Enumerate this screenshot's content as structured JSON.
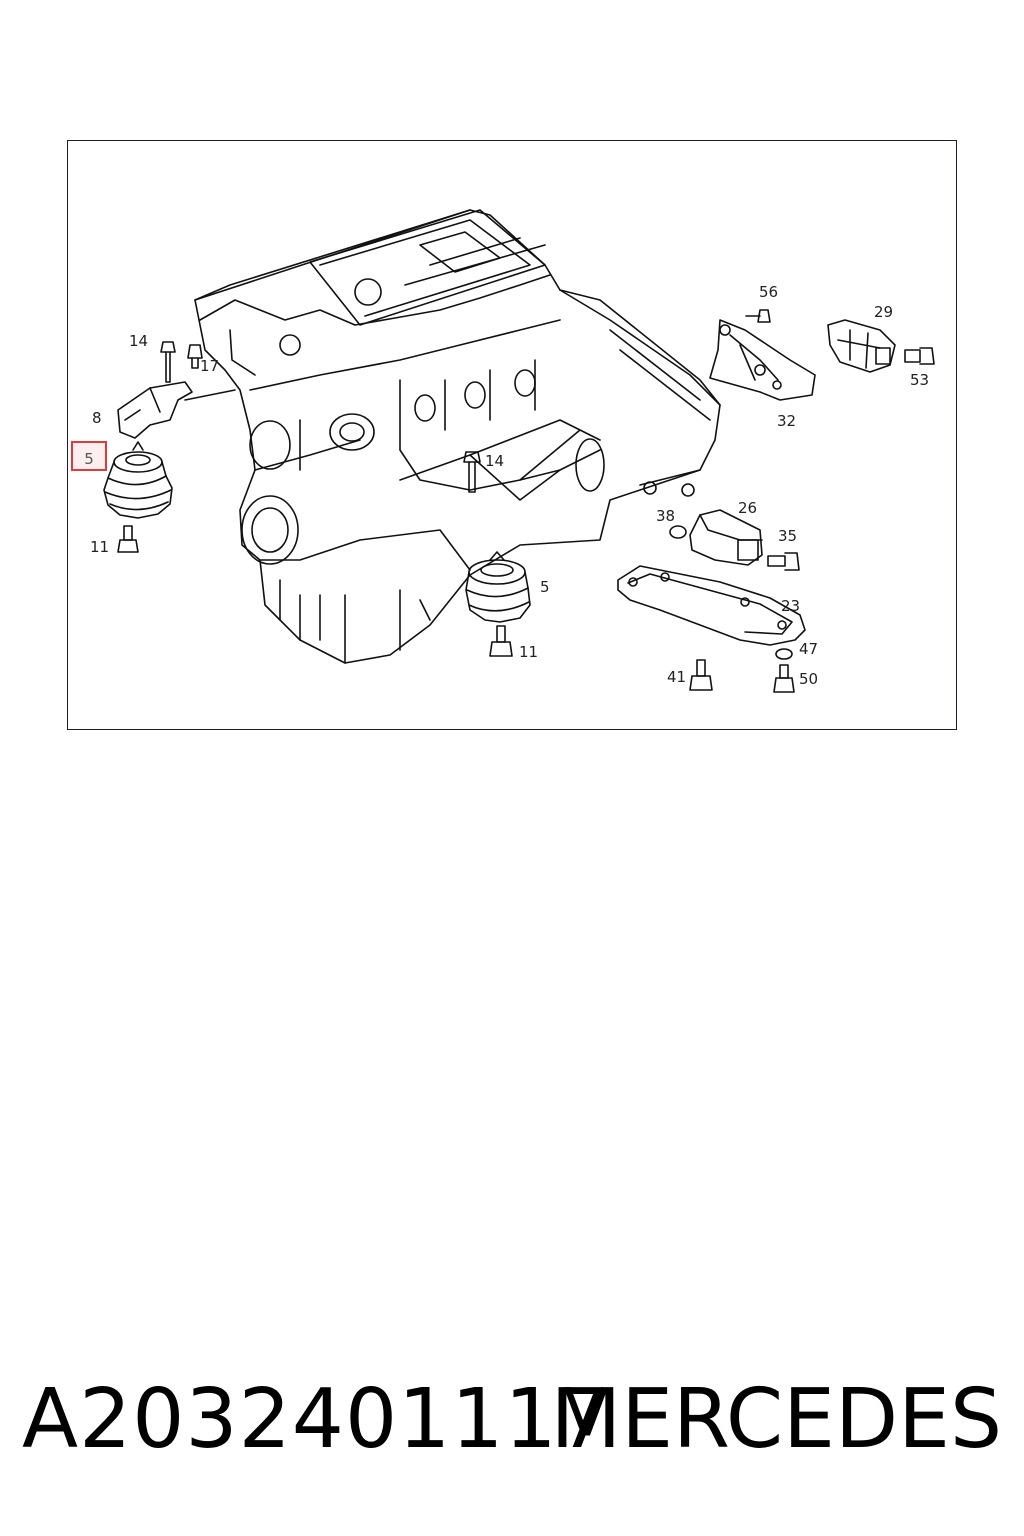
{
  "diagram": {
    "highlighted_callout": "5",
    "callouts": {
      "c14a": "14",
      "c17": "17",
      "c8": "8",
      "c11a": "11",
      "c14b": "14",
      "c5b": "5",
      "c11b": "11",
      "c56": "56",
      "c29": "29",
      "c53": "53",
      "c32": "32",
      "c38": "38",
      "c26": "26",
      "c35": "35",
      "c23": "23",
      "c47": "47",
      "c41": "41",
      "c50": "50"
    }
  },
  "footer": {
    "part_number": "A2032401117",
    "brand": "MERCEDES"
  }
}
